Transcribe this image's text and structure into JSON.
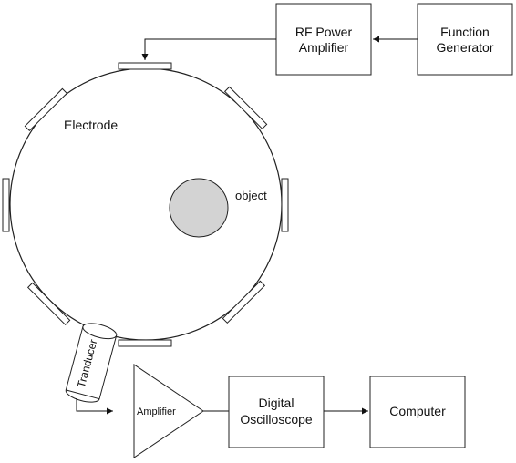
{
  "blocks": {
    "rf_amp_line1": "RF Power",
    "rf_amp_line2": "Amplifier",
    "func_gen_line1": "Function",
    "func_gen_line2": "Generator",
    "amplifier": "Amplifier",
    "oscilloscope_line1": "Digital",
    "oscilloscope_line2": "Oscilloscope",
    "computer": "Computer"
  },
  "labels": {
    "electrode": "Electrode",
    "object": "object",
    "transducer": "Tranducer"
  },
  "colors": {
    "object_fill": "#d3d3d3",
    "line": "#111111"
  }
}
